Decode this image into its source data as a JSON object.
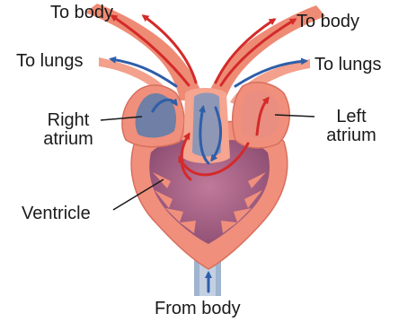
{
  "labels": {
    "to_body_left": "To body",
    "to_body_right": "To body",
    "to_lungs_left": "To lungs",
    "to_lungs_right": "To lungs",
    "right_atrium": [
      "Right",
      "atrium"
    ],
    "left_atrium": [
      "Left",
      "atrium"
    ],
    "ventricle": "Ventricle",
    "from_body": "From body"
  },
  "colors": {
    "oxygenated": "#d42a2a",
    "deoxygenated": "#2f5ea8",
    "heart_tissue": "#f08f7c",
    "ventricle_chamber": "#a35b80",
    "right_atrium_chamber": "#6f7fa6"
  }
}
